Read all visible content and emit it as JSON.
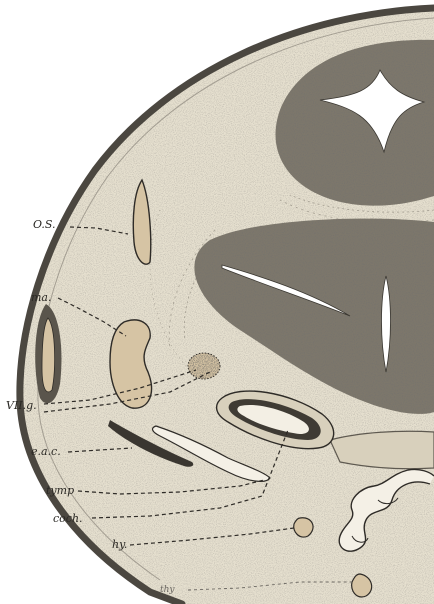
{
  "labels": {
    "os": "O.S.",
    "ma": "ma.",
    "viig": "VII.g.",
    "eac": "e.a.c.",
    "tymp": "tymp",
    "coch": "coch.",
    "hy": "hy.",
    "thy": "thy"
  }
}
